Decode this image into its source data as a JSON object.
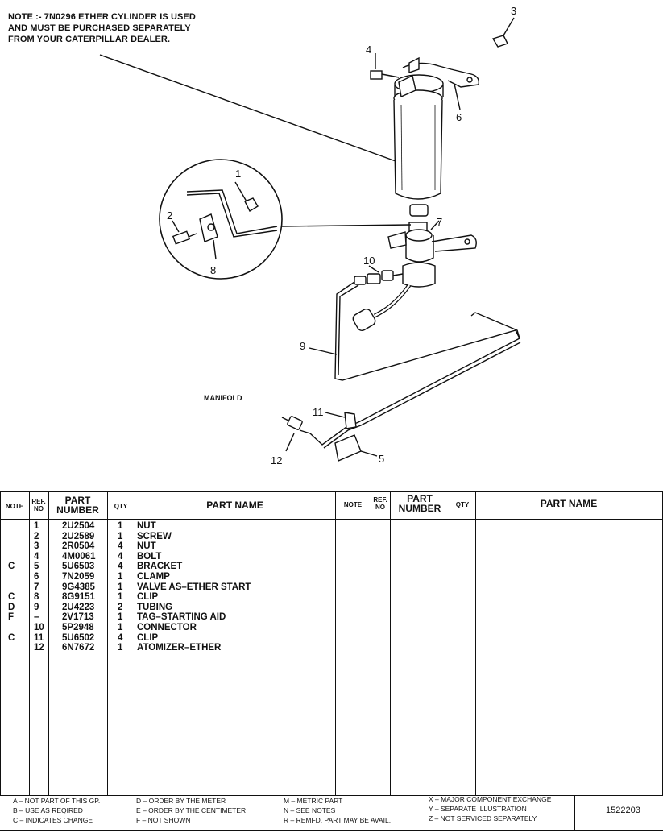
{
  "note": {
    "lines": [
      "NOTE :- 7N0296 ETHER CYLINDER IS USED",
      "AND MUST BE PURCHASED SEPARATELY",
      "FROM YOUR CATERPILLAR DEALER."
    ]
  },
  "illustration": {
    "manifold_label": "MANIFOLD",
    "callouts": [
      "1",
      "2",
      "3",
      "4",
      "5",
      "6",
      "7",
      "8",
      "9",
      "10",
      "11",
      "12"
    ]
  },
  "table": {
    "headers": {
      "note": "NOTE",
      "ref_no_1": "REF.",
      "ref_no_2": "NO",
      "part_number_1": "PART",
      "part_number_2": "NUMBER",
      "qty": "QTY",
      "part_name": "PART NAME"
    },
    "rows": [
      {
        "note": "",
        "ref": "1",
        "part": "2U2504",
        "qty": "1",
        "name": "NUT"
      },
      {
        "note": "",
        "ref": "2",
        "part": "2U2589",
        "qty": "1",
        "name": "SCREW"
      },
      {
        "note": "",
        "ref": "3",
        "part": "2R0504",
        "qty": "4",
        "name": "NUT"
      },
      {
        "note": "",
        "ref": "4",
        "part": "4M0061",
        "qty": "4",
        "name": "BOLT"
      },
      {
        "note": "C",
        "ref": "5",
        "part": "5U6503",
        "qty": "4",
        "name": "BRACKET"
      },
      {
        "note": "",
        "ref": "6",
        "part": "7N2059",
        "qty": "1",
        "name": "CLAMP"
      },
      {
        "note": "",
        "ref": "7",
        "part": "9G4385",
        "qty": "1",
        "name": "VALVE AS–ETHER START"
      },
      {
        "note": "C",
        "ref": "8",
        "part": "8G9151",
        "qty": "1",
        "name": "CLIP"
      },
      {
        "note": "D",
        "ref": "9",
        "part": "2U4223",
        "qty": "2",
        "name": "TUBING"
      },
      {
        "note": "F",
        "ref": "–",
        "part": "2V1713",
        "qty": "1",
        "name": "TAG–STARTING AID"
      },
      {
        "note": "",
        "ref": "10",
        "part": "5P2948",
        "qty": "1",
        "name": "CONNECTOR"
      },
      {
        "note": "C",
        "ref": "11",
        "part": "5U6502",
        "qty": "4",
        "name": "CLIP"
      },
      {
        "note": "",
        "ref": "12",
        "part": "6N7672",
        "qty": "1",
        "name": "ATOMIZER–ETHER"
      }
    ]
  },
  "legend": {
    "col1": [
      "A – NOT PART OF THIS GP.",
      "B – USE AS REQIRED",
      "C – INDICATES CHANGE"
    ],
    "col2": [
      "D – ORDER BY THE METER",
      "E – ORDER BY THE CENTIMETER",
      "F – NOT SHOWN"
    ],
    "col3": [
      "M – METRIC PART",
      "N – SEE NOTES",
      "R – REMFD. PART MAY BE AVAIL."
    ],
    "col4": [
      "X – MAJOR COMPONENT EXCHANGE",
      "Y – SEPARATE ILLUSTRATION",
      "Z – NOT SERVICED SEPARATELY"
    ]
  },
  "doc_number": "1522203"
}
